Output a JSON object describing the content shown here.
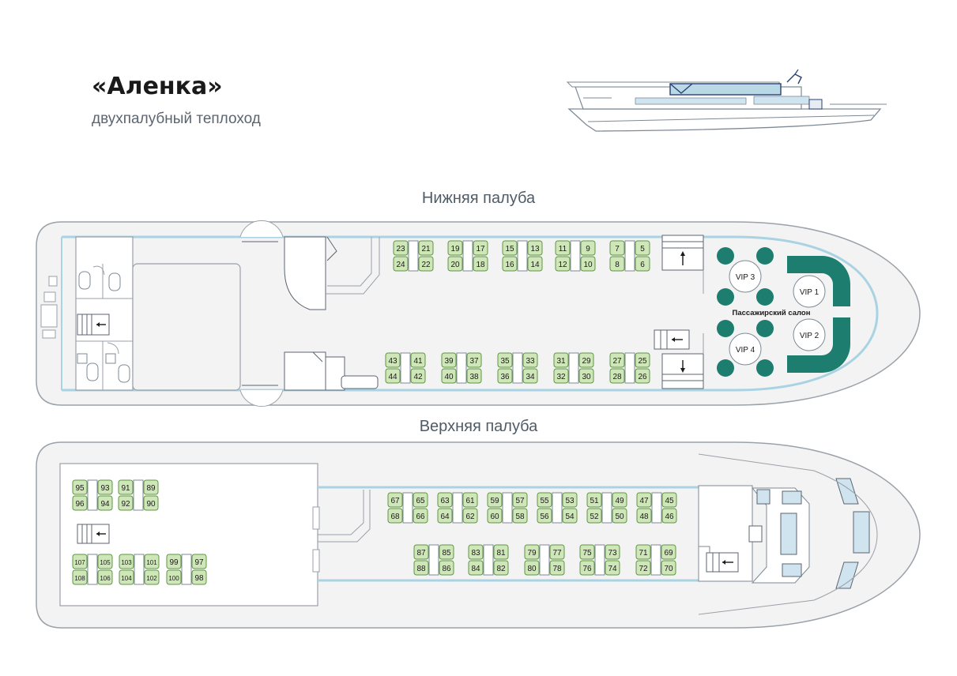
{
  "header": {
    "title": "«Аленка»",
    "subtitle": "двухпалубный теплоход"
  },
  "colors": {
    "seat_fill": "#cfe7b8",
    "seat_stroke": "#5f9445",
    "teal": "#1d7d6e",
    "hull_fill": "#f3f3f3",
    "hull_stroke": "#9aa1a8",
    "rail": "#a9d3e3"
  },
  "lower_deck": {
    "title": "Нижняя палуба",
    "salon_label": "Пассажирский салон",
    "vip_tables": [
      "VIP 1",
      "VIP 2",
      "VIP 3",
      "VIP 4"
    ],
    "seat_groups": [
      {
        "tl": "23",
        "tr": "21",
        "bl": "24",
        "br": "22"
      },
      {
        "tl": "19",
        "tr": "17",
        "bl": "20",
        "br": "18"
      },
      {
        "tl": "15",
        "tr": "13",
        "bl": "16",
        "br": "14"
      },
      {
        "tl": "11",
        "tr": "9",
        "bl": "12",
        "br": "10"
      },
      {
        "tl": "7",
        "tr": "5",
        "bl": "8",
        "br": "6"
      },
      {
        "tl": "43",
        "tr": "41",
        "bl": "44",
        "br": "42"
      },
      {
        "tl": "39",
        "tr": "37",
        "bl": "40",
        "br": "38"
      },
      {
        "tl": "35",
        "tr": "33",
        "bl": "36",
        "br": "34"
      },
      {
        "tl": "31",
        "tr": "29",
        "bl": "32",
        "br": "30"
      },
      {
        "tl": "27",
        "tr": "25",
        "bl": "28",
        "br": "26"
      }
    ]
  },
  "upper_deck": {
    "title": "Верхняя палуба",
    "seat_groups": [
      {
        "tl": "67",
        "tr": "65",
        "bl": "68",
        "br": "66"
      },
      {
        "tl": "63",
        "tr": "61",
        "bl": "64",
        "br": "62"
      },
      {
        "tl": "59",
        "tr": "57",
        "bl": "60",
        "br": "58"
      },
      {
        "tl": "55",
        "tr": "53",
        "bl": "56",
        "br": "54"
      },
      {
        "tl": "51",
        "tr": "49",
        "bl": "52",
        "br": "50"
      },
      {
        "tl": "47",
        "tr": "45",
        "bl": "48",
        "br": "46"
      },
      {
        "tl": "87",
        "tr": "85",
        "bl": "88",
        "br": "86"
      },
      {
        "tl": "83",
        "tr": "81",
        "bl": "84",
        "br": "82"
      },
      {
        "tl": "79",
        "tr": "77",
        "bl": "80",
        "br": "78"
      },
      {
        "tl": "75",
        "tr": "73",
        "bl": "76",
        "br": "74"
      },
      {
        "tl": "71",
        "tr": "69",
        "bl": "72",
        "br": "70"
      },
      {
        "tl": "95",
        "tr": "93",
        "bl": "96",
        "br": "94"
      },
      {
        "tl": "91",
        "tr": "89",
        "bl": "92",
        "br": "90"
      },
      {
        "tl": "107",
        "tr": "105",
        "bl": "108",
        "br": "106"
      },
      {
        "tl": "103",
        "tr": "101",
        "bl": "104",
        "br": "102"
      },
      {
        "tl": "99",
        "tr": "97",
        "bl": "100",
        "br": "98"
      }
    ]
  }
}
